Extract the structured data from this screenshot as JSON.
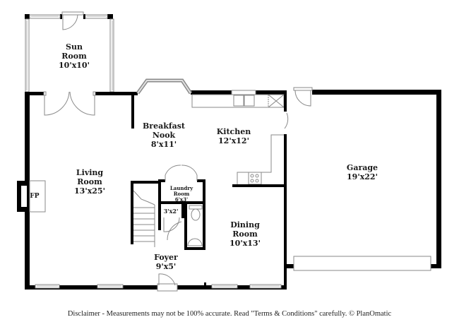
{
  "floorplan": {
    "rooms": [
      {
        "id": "sun-room",
        "name_line1": "Sun",
        "name_line2": "Room",
        "dimensions": "10'x10'"
      },
      {
        "id": "breakfast-nook",
        "name_line1": "Breakfast",
        "name_line2": "Nook",
        "dimensions": "8'x11'"
      },
      {
        "id": "kitchen",
        "name_line1": "Kitchen",
        "dimensions": "12'x12'"
      },
      {
        "id": "living-room",
        "name_line1": "Living",
        "name_line2": "Room",
        "dimensions": "13'x25'"
      },
      {
        "id": "laundry-room",
        "name_line1": "Laundry",
        "name_line2": "Room",
        "dimensions": "6'x3'"
      },
      {
        "id": "closet",
        "dimensions": "3'x2'"
      },
      {
        "id": "dining-room",
        "name_line1": "Dining",
        "name_line2": "Room",
        "dimensions": "10'x13'"
      },
      {
        "id": "foyer",
        "name_line1": "Foyer",
        "dimensions": "9'x5'"
      },
      {
        "id": "garage",
        "name_line1": "Garage",
        "dimensions": "19'x22'"
      }
    ],
    "fireplace_label": "FP"
  },
  "footer": {
    "disclaimer": "Disclaimer - Measurements may not be 100% accurate. Read \"Terms & Conditions\" carefully. © PlanOmatic"
  }
}
